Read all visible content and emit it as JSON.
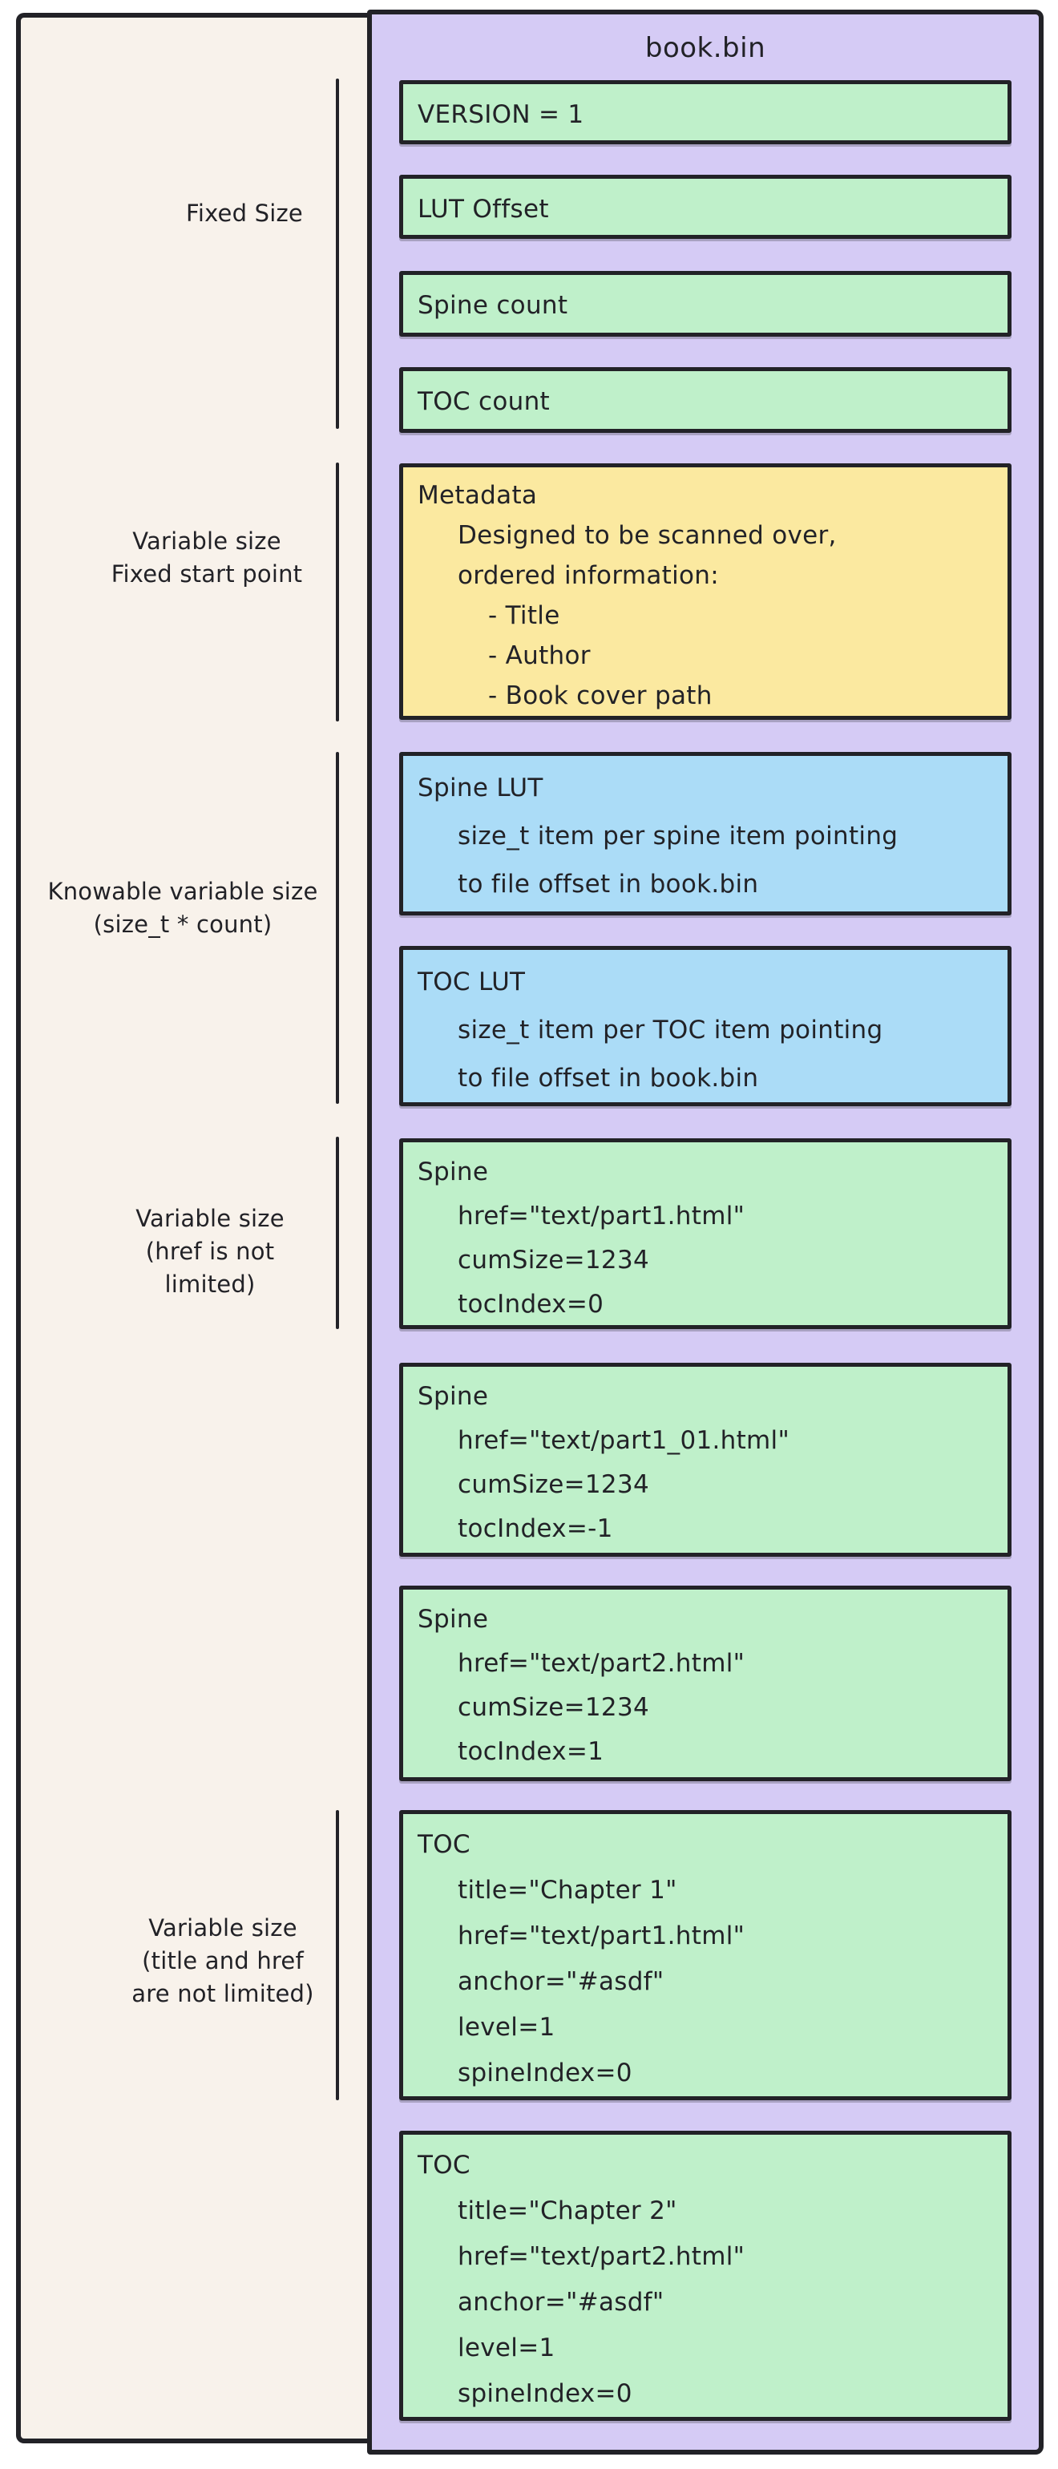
{
  "diagram": {
    "file_title": "book.bin",
    "colors": {
      "stroke": "#222227",
      "panel_left_bg": "#f8f2eb",
      "panel_right_bg": "#d5cbf5",
      "block_green": "#bff0ca",
      "block_yellow": "#fbe9a0",
      "block_blue": "#abdcf7"
    },
    "size_labels": [
      {
        "lines": [
          "Fixed Size"
        ]
      },
      {
        "lines": [
          "Variable size",
          "Fixed start point"
        ]
      },
      {
        "lines": [
          "Knowable variable size",
          "(size_t * count)"
        ]
      },
      {
        "lines": [
          "Variable size",
          "(href is not",
          "limited)"
        ]
      },
      {
        "lines": [
          "Variable size",
          "(title and href",
          "are not limited)"
        ]
      }
    ],
    "blocks": [
      {
        "color": "green",
        "title": "VERSION = 1",
        "lines": []
      },
      {
        "color": "green",
        "title": "LUT Offset",
        "lines": []
      },
      {
        "color": "green",
        "title": "Spine count",
        "lines": []
      },
      {
        "color": "green",
        "title": "TOC count",
        "lines": []
      },
      {
        "color": "yellow",
        "title": "Metadata",
        "lines": [
          {
            "text": "Designed to be scanned over,",
            "indent": 1
          },
          {
            "text": "ordered information:",
            "indent": 1
          },
          {
            "text": "- Title",
            "indent": 2
          },
          {
            "text": "- Author",
            "indent": 2
          },
          {
            "text": "- Book cover path",
            "indent": 2
          }
        ]
      },
      {
        "color": "blue",
        "title": "Spine LUT",
        "lines": [
          {
            "text": "size_t item per spine item pointing",
            "indent": 1
          },
          {
            "text": "to file offset in book.bin",
            "indent": 1
          }
        ]
      },
      {
        "color": "blue",
        "title": "TOC LUT",
        "lines": [
          {
            "text": "size_t item per TOC item pointing",
            "indent": 1
          },
          {
            "text": "to file offset in book.bin",
            "indent": 1
          }
        ]
      },
      {
        "color": "green",
        "title": "Spine",
        "lines": [
          {
            "text": "href=\"text/part1.html\"",
            "indent": 1
          },
          {
            "text": "cumSize=1234",
            "indent": 1
          },
          {
            "text": "tocIndex=0",
            "indent": 1
          }
        ]
      },
      {
        "color": "green",
        "title": "Spine",
        "lines": [
          {
            "text": "href=\"text/part1_01.html\"",
            "indent": 1
          },
          {
            "text": "cumSize=1234",
            "indent": 1
          },
          {
            "text": "tocIndex=-1",
            "indent": 1
          }
        ]
      },
      {
        "color": "green",
        "title": "Spine",
        "lines": [
          {
            "text": "href=\"text/part2.html\"",
            "indent": 1
          },
          {
            "text": "cumSize=1234",
            "indent": 1
          },
          {
            "text": "tocIndex=1",
            "indent": 1
          }
        ]
      },
      {
        "color": "green",
        "title": "TOC",
        "lines": [
          {
            "text": "title=\"Chapter 1\"",
            "indent": 1
          },
          {
            "text": "href=\"text/part1.html\"",
            "indent": 1
          },
          {
            "text": "anchor=\"#asdf\"",
            "indent": 1
          },
          {
            "text": "level=1",
            "indent": 1
          },
          {
            "text": "spineIndex=0",
            "indent": 1
          }
        ]
      },
      {
        "color": "green",
        "title": "TOC",
        "lines": [
          {
            "text": "title=\"Chapter 2\"",
            "indent": 1
          },
          {
            "text": "href=\"text/part2.html\"",
            "indent": 1
          },
          {
            "text": "anchor=\"#asdf\"",
            "indent": 1
          },
          {
            "text": "level=1",
            "indent": 1
          },
          {
            "text": "spineIndex=0",
            "indent": 1
          }
        ]
      }
    ]
  }
}
